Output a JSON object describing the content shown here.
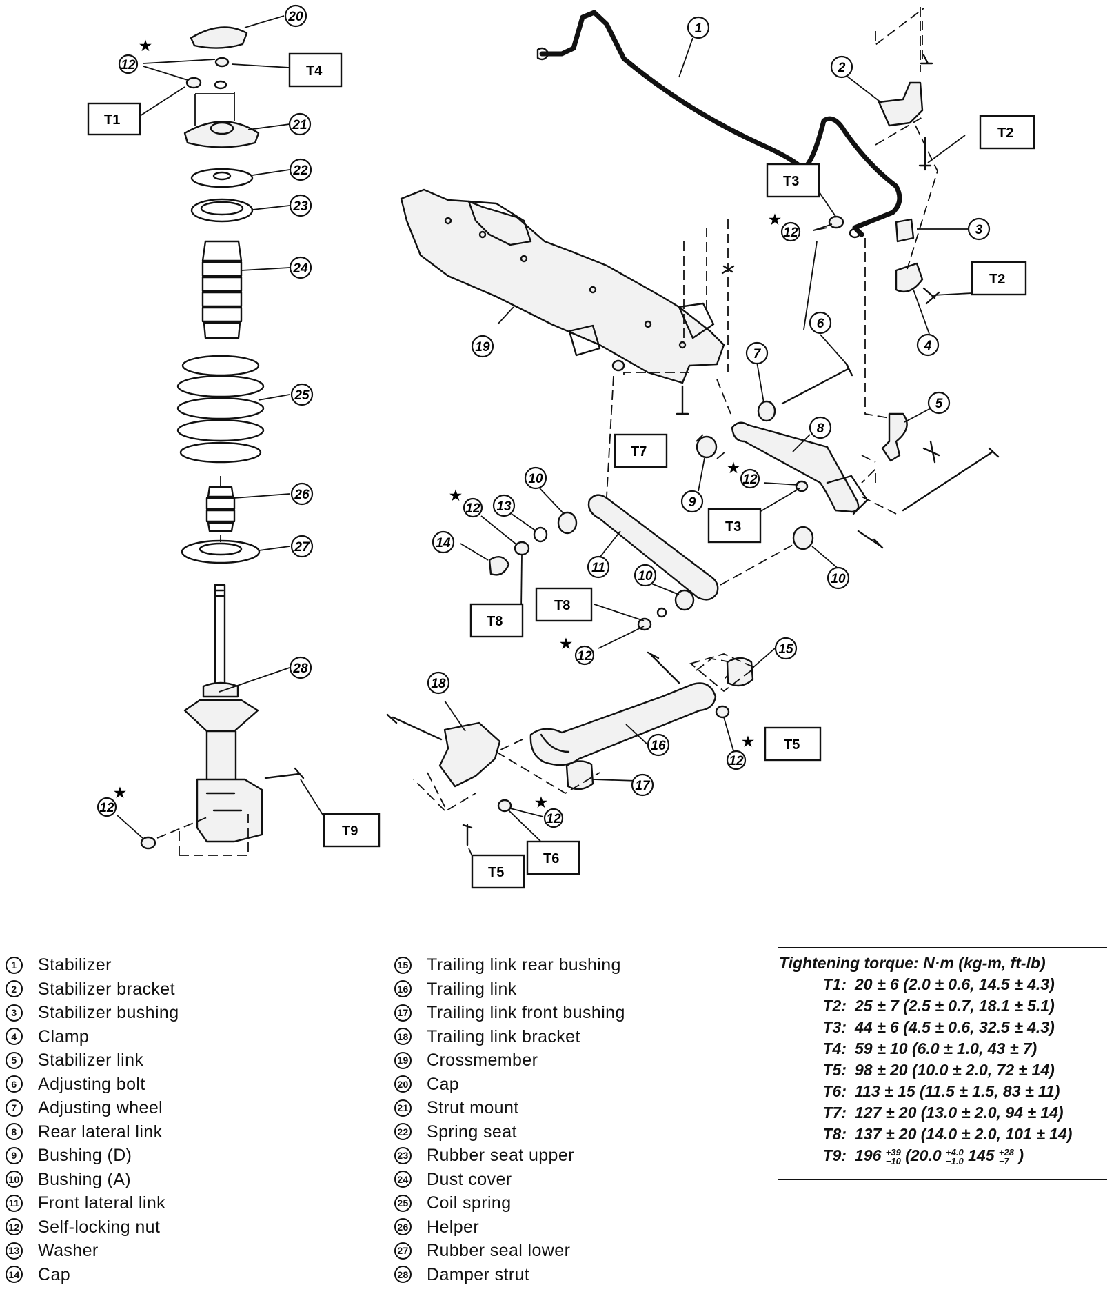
{
  "torque_boxes": [
    "T1",
    "T2",
    "T3",
    "T4",
    "T5",
    "T6",
    "T7",
    "T8",
    "T9"
  ],
  "callouts": [
    "1",
    "2",
    "3",
    "4",
    "5",
    "6",
    "7",
    "8",
    "9",
    "10",
    "11",
    "12",
    "13",
    "14",
    "15",
    "16",
    "17",
    "18",
    "19",
    "20",
    "21",
    "22",
    "23",
    "24",
    "25",
    "26",
    "27",
    "28"
  ],
  "star_symbol": "★",
  "legend": {
    "left": [
      {
        "num": "1",
        "label": "Stabilizer"
      },
      {
        "num": "2",
        "label": "Stabilizer bracket"
      },
      {
        "num": "3",
        "label": "Stabilizer bushing"
      },
      {
        "num": "4",
        "label": "Clamp"
      },
      {
        "num": "5",
        "label": "Stabilizer link"
      },
      {
        "num": "6",
        "label": "Adjusting bolt"
      },
      {
        "num": "7",
        "label": "Adjusting wheel"
      },
      {
        "num": "8",
        "label": "Rear lateral link"
      },
      {
        "num": "9",
        "label": "Bushing (D)"
      },
      {
        "num": "10",
        "label": "Bushing (A)"
      },
      {
        "num": "11",
        "label": "Front lateral link"
      },
      {
        "num": "12",
        "label": "Self-locking nut"
      },
      {
        "num": "13",
        "label": "Washer"
      },
      {
        "num": "14",
        "label": "Cap"
      }
    ],
    "middle": [
      {
        "num": "15",
        "label": "Trailing link rear bushing"
      },
      {
        "num": "16",
        "label": "Trailing link"
      },
      {
        "num": "17",
        "label": "Trailing link front bushing"
      },
      {
        "num": "18",
        "label": "Trailing link bracket"
      },
      {
        "num": "19",
        "label": "Crossmember"
      },
      {
        "num": "20",
        "label": "Cap"
      },
      {
        "num": "21",
        "label": "Strut mount"
      },
      {
        "num": "22",
        "label": "Spring seat"
      },
      {
        "num": "23",
        "label": "Rubber seat upper"
      },
      {
        "num": "24",
        "label": "Dust cover"
      },
      {
        "num": "25",
        "label": "Coil spring"
      },
      {
        "num": "26",
        "label": "Helper"
      },
      {
        "num": "27",
        "label": "Rubber seal lower"
      },
      {
        "num": "28",
        "label": "Damper strut"
      }
    ]
  },
  "torque": {
    "title": "Tightening torque: N·m (kg-m, ft-lb)",
    "rows": [
      {
        "key": "T1:",
        "value": "20 ± 6 (2.0 ± 0.6, 14.5 ± 4.3)"
      },
      {
        "key": "T2:",
        "value": "25 ± 7 (2.5 ± 0.7, 18.1 ± 5.1)"
      },
      {
        "key": "T3:",
        "value": "44 ± 6 (4.5 ± 0.6, 32.5 ± 4.3)"
      },
      {
        "key": "T4:",
        "value": "59 ± 10 (6.0 ± 1.0, 43 ± 7)"
      },
      {
        "key": "T5:",
        "value": "98 ± 20 (10.0 ± 2.0, 72 ± 14)"
      },
      {
        "key": "T6:",
        "value": "113 ± 15 (11.5 ± 1.5, 83 ± 11)"
      },
      {
        "key": "T7:",
        "value": "127 ± 20 (13.0 ± 2.0, 94 ± 14)"
      },
      {
        "key": "T8:",
        "value": "137 ± 20 (14.0 ± 2.0, 101 ± 14)"
      }
    ],
    "t9": {
      "key": "T9:",
      "a": "196",
      "a_sup": "+39",
      "a_sub": "−10",
      "b": "(20.0",
      "b_sup": "+4.0",
      "b_sub": "−1.0",
      "c": "145",
      "c_sup": "+28",
      "c_sub": "−7",
      "end": ")"
    }
  }
}
